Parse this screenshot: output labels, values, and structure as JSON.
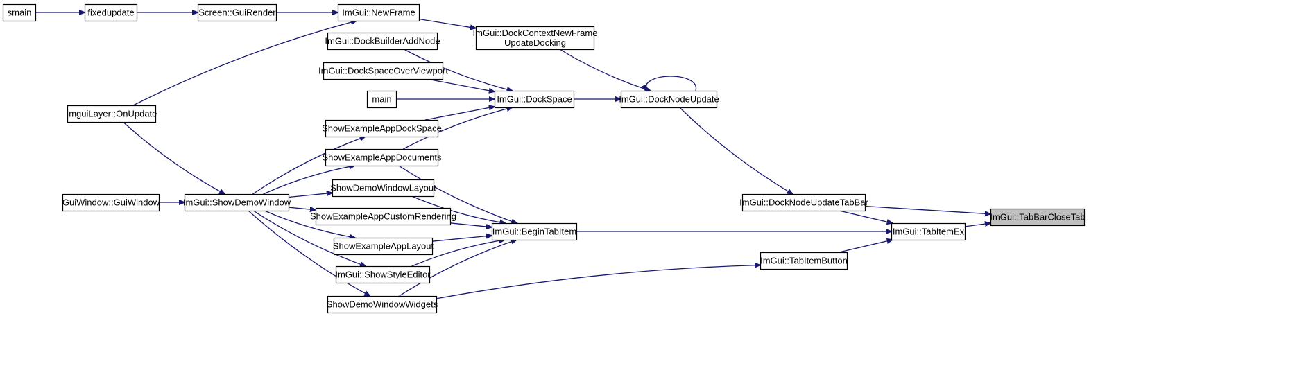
{
  "colors": {
    "edge": "#191970",
    "node_border": "#000000",
    "node_fill": "#ffffff",
    "highlight_fill": "#bfbfbf"
  },
  "nodes": [
    {
      "id": "smain",
      "lines": [
        "smain"
      ]
    },
    {
      "id": "fixedupdate",
      "lines": [
        "fixedupdate"
      ]
    },
    {
      "id": "guirender",
      "lines": [
        "Screen::GuiRender"
      ]
    },
    {
      "id": "newframe",
      "lines": [
        "ImGui::NewFrame"
      ]
    },
    {
      "id": "dockctx",
      "lines": [
        "ImGui::DockContextNewFrame",
        "UpdateDocking"
      ]
    },
    {
      "id": "dockbuilder",
      "lines": [
        "ImGui::DockBuilderAddNode"
      ]
    },
    {
      "id": "dockspaceover",
      "lines": [
        "ImGui::DockSpaceOverViewport"
      ]
    },
    {
      "id": "main",
      "lines": [
        "main"
      ]
    },
    {
      "id": "dockspace",
      "lines": [
        "ImGui::DockSpace"
      ]
    },
    {
      "id": "docknodeupdate",
      "lines": [
        "ImGui::DockNodeUpdate"
      ]
    },
    {
      "id": "onupdate",
      "lines": [
        "ImguiLayer::OnUpdate"
      ]
    },
    {
      "id": "showdockspace",
      "lines": [
        "ShowExampleAppDockSpace"
      ]
    },
    {
      "id": "showdocuments",
      "lines": [
        "ShowExampleAppDocuments"
      ]
    },
    {
      "id": "guiwindow",
      "lines": [
        "GuiWindow::GuiWindow"
      ]
    },
    {
      "id": "showdemowindow",
      "lines": [
        "ImGui::ShowDemoWindow"
      ]
    },
    {
      "id": "showlayout",
      "lines": [
        "ShowDemoWindowLayout"
      ]
    },
    {
      "id": "customrender",
      "lines": [
        "ShowExampleAppCustomRendering"
      ]
    },
    {
      "id": "applayout",
      "lines": [
        "ShowExampleAppLayout"
      ]
    },
    {
      "id": "styleeditor",
      "lines": [
        "ImGui::ShowStyleEditor"
      ]
    },
    {
      "id": "widgets",
      "lines": [
        "ShowDemoWindowWidgets"
      ]
    },
    {
      "id": "begintabitem",
      "lines": [
        "ImGui::BeginTabItem"
      ]
    },
    {
      "id": "tabbar",
      "lines": [
        "ImGui::DockNodeUpdateTabBar"
      ]
    },
    {
      "id": "tabitemex",
      "lines": [
        "ImGui::TabItemEx"
      ]
    },
    {
      "id": "tabitembutton",
      "lines": [
        "ImGui::TabItemButton"
      ]
    },
    {
      "id": "closetab",
      "lines": [
        "ImGui::TabBarCloseTab"
      ],
      "highlight": true
    }
  ],
  "edges": [
    {
      "from": "smain",
      "to": "fixedupdate"
    },
    {
      "from": "fixedupdate",
      "to": "guirender"
    },
    {
      "from": "guirender",
      "to": "newframe"
    },
    {
      "from": "onupdate",
      "to": "newframe"
    },
    {
      "from": "newframe",
      "to": "dockctx"
    },
    {
      "from": "dockctx",
      "to": "docknodeupdate"
    },
    {
      "from": "dockbuilder",
      "to": "dockspace"
    },
    {
      "from": "dockspaceover",
      "to": "dockspace"
    },
    {
      "from": "main",
      "to": "dockspace"
    },
    {
      "from": "showdockspace",
      "to": "dockspace"
    },
    {
      "from": "showdocuments",
      "to": "dockspace"
    },
    {
      "from": "dockspace",
      "to": "docknodeupdate"
    },
    {
      "from": "docknodeupdate",
      "to": "docknodeupdate"
    },
    {
      "from": "onupdate",
      "to": "showdemowindow"
    },
    {
      "from": "guiwindow",
      "to": "showdemowindow"
    },
    {
      "from": "showdemowindow",
      "to": "showdockspace"
    },
    {
      "from": "showdemowindow",
      "to": "showdocuments"
    },
    {
      "from": "showdemowindow",
      "to": "showlayout"
    },
    {
      "from": "showdemowindow",
      "to": "customrender"
    },
    {
      "from": "showdemowindow",
      "to": "applayout"
    },
    {
      "from": "showdemowindow",
      "to": "styleeditor"
    },
    {
      "from": "showdemowindow",
      "to": "widgets"
    },
    {
      "from": "showdocuments",
      "to": "begintabitem"
    },
    {
      "from": "showlayout",
      "to": "begintabitem"
    },
    {
      "from": "customrender",
      "to": "begintabitem"
    },
    {
      "from": "applayout",
      "to": "begintabitem"
    },
    {
      "from": "styleeditor",
      "to": "begintabitem"
    },
    {
      "from": "widgets",
      "to": "begintabitem"
    },
    {
      "from": "docknodeupdate",
      "to": "tabbar"
    },
    {
      "from": "tabbar",
      "to": "tabitemex"
    },
    {
      "from": "tabbar",
      "to": "closetab"
    },
    {
      "from": "begintabitem",
      "to": "tabitemex"
    },
    {
      "from": "tabitembutton",
      "to": "tabitemex"
    },
    {
      "from": "widgets",
      "to": "tabitembutton"
    },
    {
      "from": "tabitemex",
      "to": "closetab"
    }
  ]
}
